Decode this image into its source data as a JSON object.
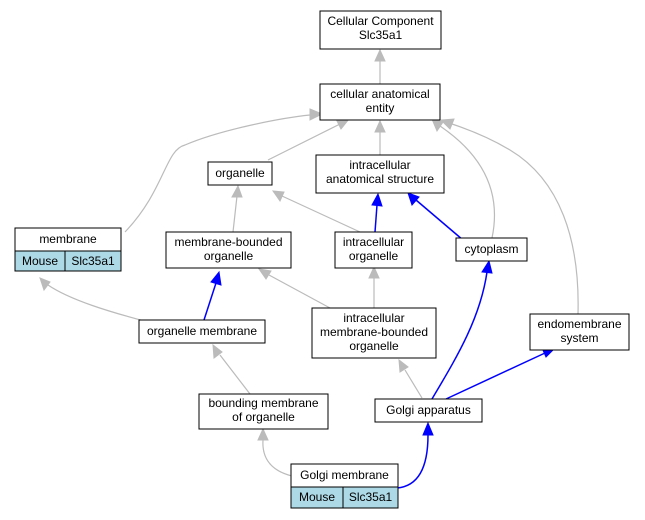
{
  "colors": {
    "is_a_edge": "#bbbbbb",
    "part_of_edge": "#0000ff",
    "annotation_fill": "#add8e6"
  },
  "nodes": {
    "cellular_component": {
      "lines": [
        "Cellular Component",
        "Slc35a1"
      ]
    },
    "cellular_anatomical_entity": {
      "lines": [
        "cellular anatomical",
        "entity"
      ]
    },
    "organelle": {
      "lines": [
        "organelle"
      ]
    },
    "intracellular_anatomical_structure": {
      "lines": [
        "intracellular",
        "anatomical structure"
      ]
    },
    "membrane": {
      "lines": [
        "membrane"
      ],
      "tags": [
        "Mouse",
        "Slc35a1"
      ]
    },
    "membrane_bounded_organelle": {
      "lines": [
        "membrane-bounded",
        "organelle"
      ]
    },
    "intracellular_organelle": {
      "lines": [
        "intracellular",
        "organelle"
      ]
    },
    "cytoplasm": {
      "lines": [
        "cytoplasm"
      ]
    },
    "organelle_membrane": {
      "lines": [
        "organelle membrane"
      ]
    },
    "intracellular_membrane_bounded_organelle": {
      "lines": [
        "intracellular",
        "membrane-bounded",
        "organelle"
      ]
    },
    "endomembrane_system": {
      "lines": [
        "endomembrane",
        "system"
      ]
    },
    "bounding_membrane_of_organelle": {
      "lines": [
        "bounding membrane",
        "of organelle"
      ]
    },
    "golgi_apparatus": {
      "lines": [
        "Golgi apparatus"
      ]
    },
    "golgi_membrane": {
      "lines": [
        "Golgi membrane"
      ],
      "tags": [
        "Mouse",
        "Slc35a1"
      ]
    }
  }
}
